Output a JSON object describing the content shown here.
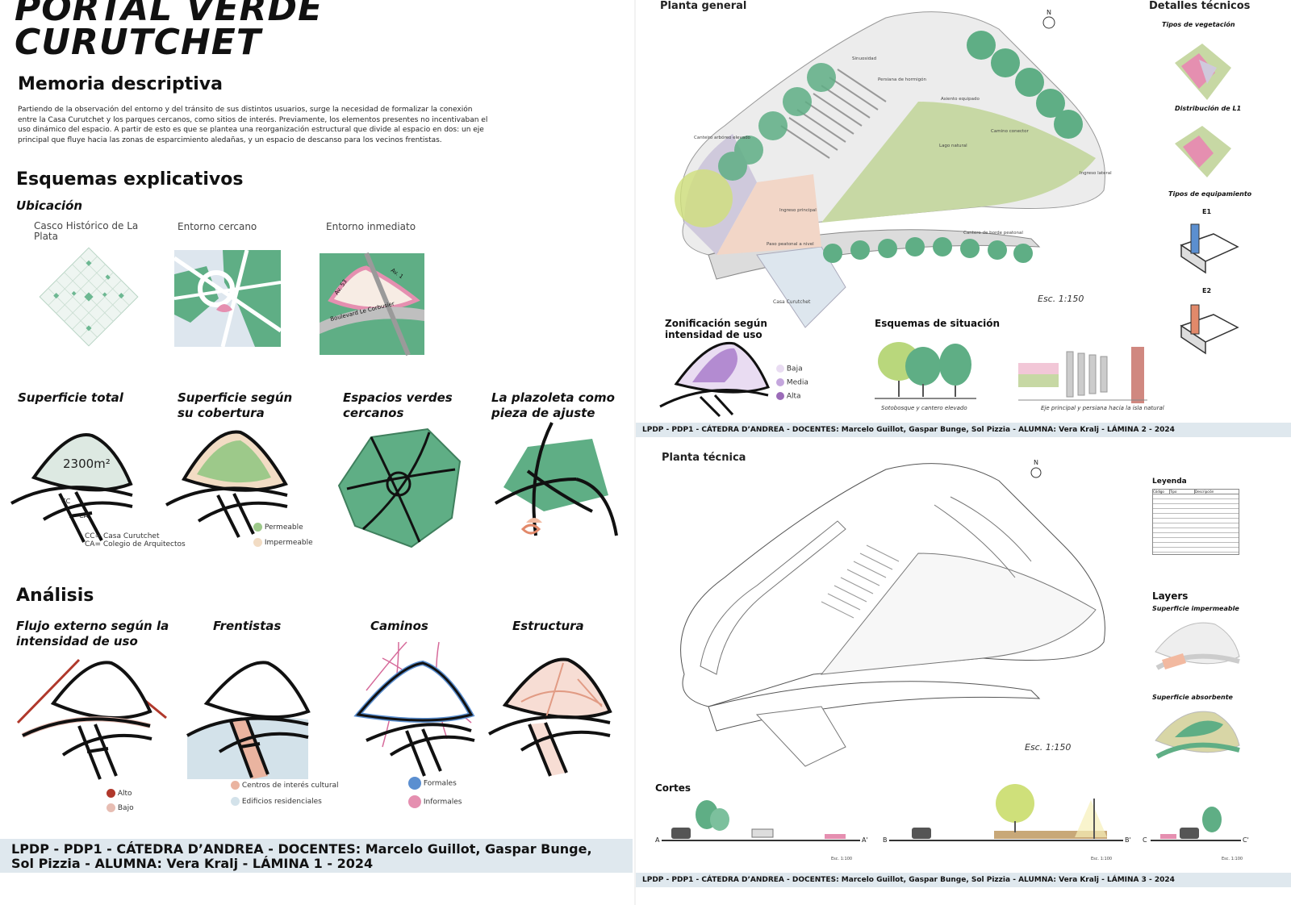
{
  "sheet1": {
    "title_line1": "PORTAL VERDE",
    "title_line2": "CURUTCHET",
    "memoria_heading": "Memoria descriptiva",
    "memoria_text": "Partiendo de la observación del entorno y del tránsito de sus distintos usuarios, surge la necesidad de formalizar la conexión entre la Casa Curutchet y los parques cercanos, como sitios de interés. Previamente, los elementos presentes no incentivaban el uso dinámico del espacio. A partir de esto es que se plantea una reorganización estructural que divide al espacio en dos: un eje principal que fluye hacia las zonas de esparcimiento aledañas, y un espacio de descanso para los vecinos frentistas.",
    "esquemas_heading": "Esquemas explicativos",
    "ubicacion_heading": "Ubicación",
    "ubicacion_items": [
      "Casco Histórico de La Plata",
      "Entorno cercano",
      "Entorno inmediato"
    ],
    "map_labels": [
      "Av. 53",
      "Av. 1",
      "Boulevard Le Corbusier"
    ],
    "schemes": [
      "Superficie total",
      "Superficie según su cobertura",
      "Espacios verdes cercanos",
      "La plazoleta como pieza de ajuste"
    ],
    "area_value": "2300m²",
    "cc_label": "CC",
    "ca_label": "CA",
    "cc_legend": "CC= Casa Curutchet",
    "ca_legend": "CA= Colegio de Arquitectos",
    "permeable": "Permeable",
    "impermeable": "Impermeable",
    "analisis_heading": "Análisis",
    "analisis_items": [
      "Flujo externo según la intensidad de uso",
      "Frentistas",
      "Caminos",
      "Estructura"
    ],
    "alto": "Alto",
    "bajo": "Bajo",
    "centros": "Centros de interés cultural",
    "edificios": "Edificios residenciales",
    "formales": "Formales",
    "informales": "Informales",
    "footer_line1": "LPDP - PDP1 - CÁTEDRA D’ANDREA - DOCENTES: Marcelo Guillot, Gaspar Bunge,",
    "footer_line2": "Sol Pizzia - ALUMNA: Vera Kralj - LÁMINA 1 - 2024"
  },
  "sheet2": {
    "planta_general": "Planta general",
    "north": "N",
    "scale": "Esc. 1:150",
    "plan_labels": [
      "Sinuosidad",
      "Persiana de hormigón",
      "Asiento equipado",
      "Camino conector",
      "Canteiro arbóreo elevado",
      "Lago natural",
      "Ingreso principal",
      "Paso peatonal a nivel",
      "Cantero de borde peatonal",
      "Ingreso lateral",
      "Casa Curutchet"
    ],
    "detalles_heading": "Detalles técnicos",
    "detalles_items": [
      "Tipos de vegetación",
      "Distribución de L1",
      "Tipos de equipamiento"
    ],
    "e1": "E1",
    "e2": "E2",
    "zonificacion": "Zonificación según intensidad de uso",
    "baja": "Baja",
    "media": "Media",
    "alta": "Alta",
    "esquemas_situacion": "Esquemas de situación",
    "situacion_caption1": "Sotobosque y cantero elevado",
    "situacion_caption2": "Eje principal y persiana hacia la isla natural",
    "footer": "LPDP - PDP1 - CÁTEDRA D’ANDREA - DOCENTES: Marcelo Guillot, Gaspar Bunge, Sol Pizzia - ALUMNA: Vera Kralj - LÁMINA 2 - 2024"
  },
  "sheet3": {
    "planta_tecnica": "Planta técnica",
    "north": "N",
    "scale": "Esc. 1:150",
    "leyenda": "Leyenda",
    "leyenda_headers": [
      "Código",
      "Tipo",
      "Descripción"
    ],
    "layers": "Layers",
    "sup_impermeable": "Superficie impermeable",
    "sup_absorbente": "Superficie absorbente",
    "cortes": "Cortes",
    "corte_marks": [
      "A",
      "A'",
      "B",
      "B'",
      "C",
      "C'"
    ],
    "corte_scale": "Esc. 1:100",
    "footer": "LPDP - PDP1 - CÁTEDRA D’ANDREA - DOCENTES: Marcelo Guillot, Gaspar Bunge, Sol Pizzia - ALUMNA: Vera Kralj - LÁMINA 3 - 2024"
  },
  "colors": {
    "green": "#5fae85",
    "green_dark": "#3f7f5d",
    "pale_green": "#d9e7de",
    "peach": "#f2d6c7",
    "pink": "#e58fb0",
    "purple": "#9b6bb8",
    "blue": "#5b8fd0",
    "red": "#b0382b",
    "footer_bg": "#dfe8ee"
  }
}
